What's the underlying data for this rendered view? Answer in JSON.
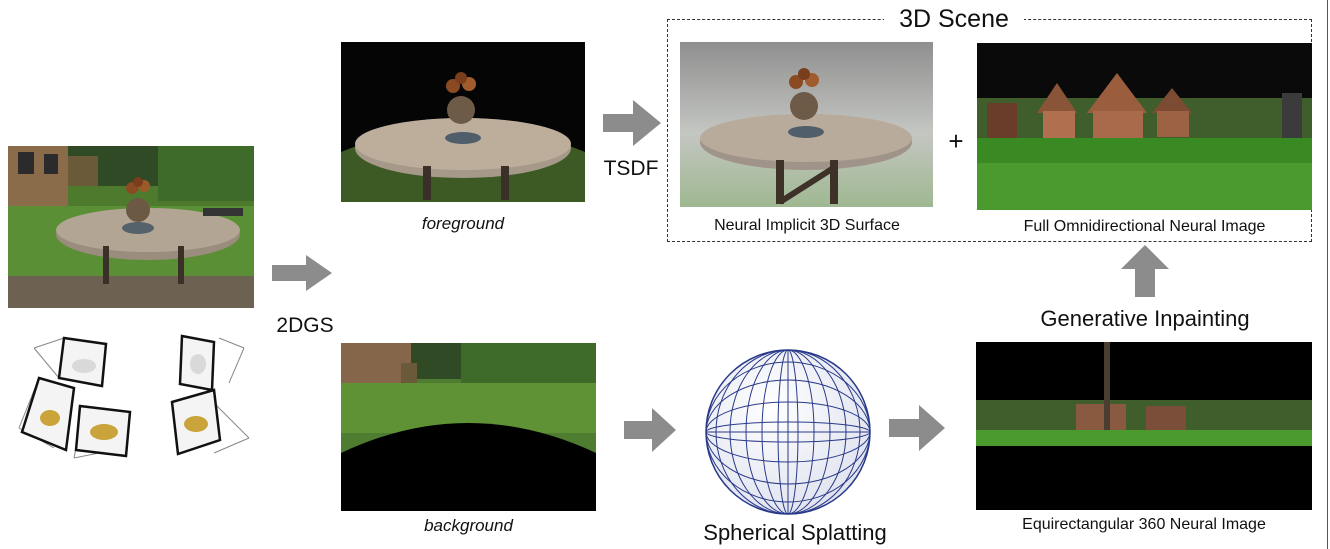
{
  "scene_box": {
    "title": "3D Scene"
  },
  "labels": {
    "tsdf": "TSDF",
    "twodgs": "2DGS",
    "plus": "+",
    "foreground": "foreground",
    "background": "background",
    "neural_surface": "Neural Implicit 3D Surface",
    "full_omni": "Full Omnidirectional Neural Image",
    "generative_inpainting": "Generative Inpainting",
    "spherical_splatting": "Spherical Splatting",
    "equirect": "Equirectangular 360 Neural Image"
  },
  "colors": {
    "arrow": "#8c8c8c",
    "sphere_grid": "#2a3a8a",
    "dash_border": "#333333"
  }
}
